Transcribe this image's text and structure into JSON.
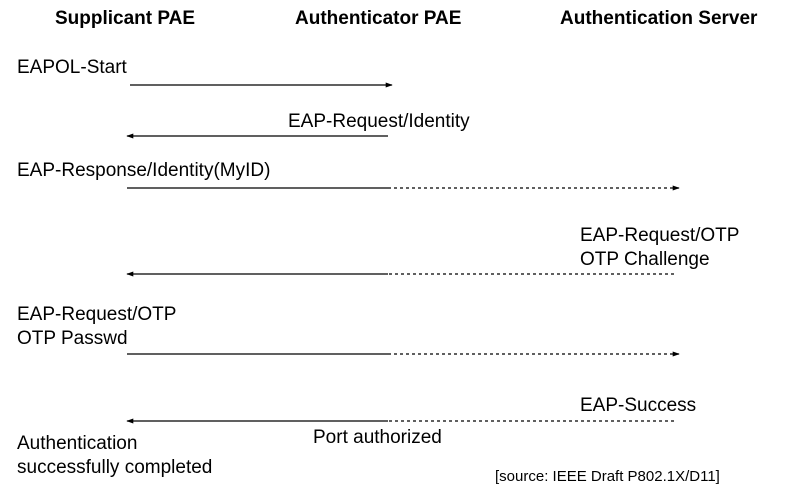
{
  "headers": {
    "supplicant": "Supplicant PAE",
    "authenticator": "Authenticator PAE",
    "server": "Authentication Server"
  },
  "messages": {
    "eapol_start": "EAPOL-Start",
    "request_identity": "EAP-Request/Identity",
    "response_identity": "EAP-Response/Identity(MyID)",
    "request_otp_1": "EAP-Request/OTP",
    "otp_challenge": "OTP Challenge",
    "request_otp_2": "EAP-Request/OTP",
    "otp_passwd": "OTP Passwd",
    "eap_success": "EAP-Success",
    "port_authorized": "Port authorized",
    "auth_complete_1": "Authentication",
    "auth_complete_2": "successfully completed"
  },
  "source": "[source: IEEE Draft P802.1X/D11]",
  "colors": {
    "line": "#000000",
    "text": "#000000",
    "background": "#ffffff"
  }
}
